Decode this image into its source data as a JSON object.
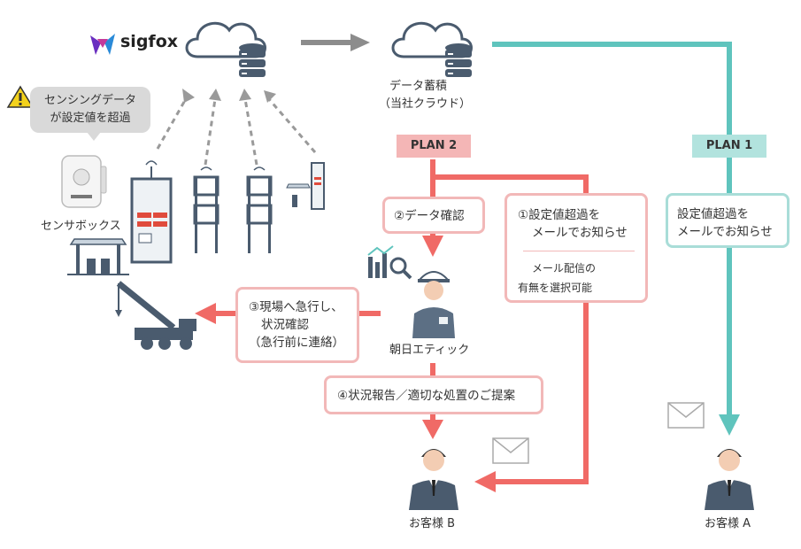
{
  "brand": {
    "name": "sigfox"
  },
  "alert": {
    "line1": "センシングデータ",
    "line2": "が設定値を超過"
  },
  "sensor_box": {
    "label": "センサボックス"
  },
  "storage": {
    "line1": "データ蓄積",
    "line2": "（当社クラウド）"
  },
  "plan2": {
    "label": "PLAN 2"
  },
  "plan1": {
    "label": "PLAN 1"
  },
  "step_check": {
    "label": "②データ確認"
  },
  "step_notify_b": {
    "line1": "①設定値超過を",
    "line2": "メールでお知らせ",
    "note1": "メール配信の",
    "note2": "有無を選択可能"
  },
  "step_notify_a": {
    "line1": "設定値超過を",
    "line2": "メールでお知らせ"
  },
  "step_rush": {
    "line1": "③現場へ急行し、",
    "line2": "状況確認",
    "line3": "（急行前に連絡）"
  },
  "operator": {
    "label": "朝日エティック"
  },
  "step_report": {
    "label": "④状況報告／適切な処置のご提案"
  },
  "customer_b": {
    "label": "お客様 B"
  },
  "customer_a": {
    "label": "お客様 A"
  },
  "colors": {
    "red": "#f06a66",
    "teal": "#5fc4bd",
    "pink_border": "#f2b8b8",
    "teal_border": "#a9ddd8",
    "navy": "#4a5b6e",
    "gray_arrow": "#8c8c8c"
  }
}
